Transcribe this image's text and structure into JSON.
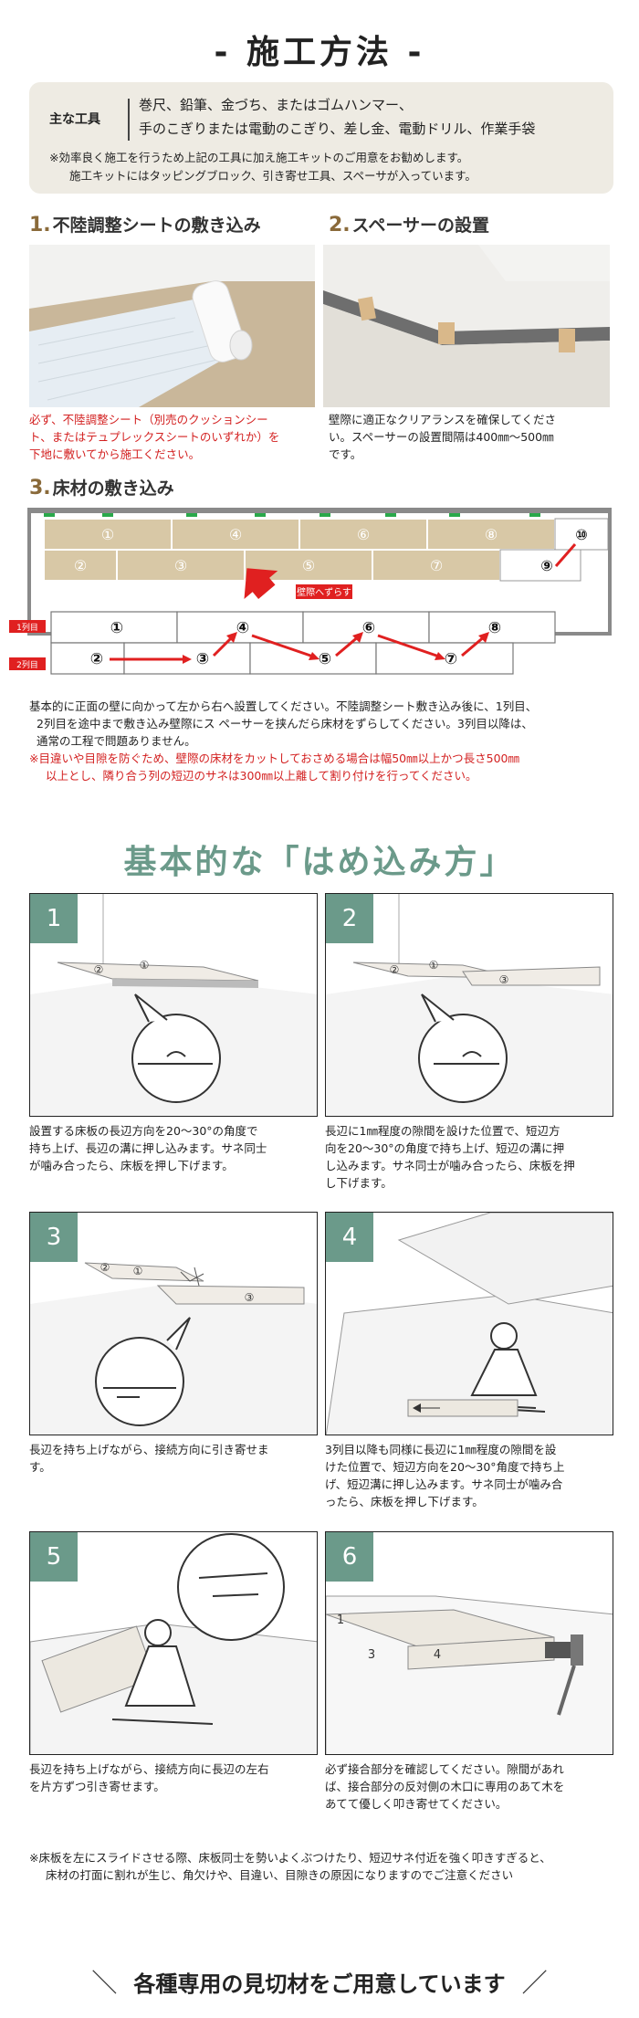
{
  "page_title": "- 施工方法 -",
  "tools": {
    "label": "主な工具",
    "line1": "巻尺、鉛筆、金づち、またはゴムハンマー、",
    "line2": "手のこぎりまたは電動のこぎり、差し金、電動ドリル、作業手袋",
    "note1": "※効率良く施工を行うため上記の工具に加え施工キットのご用意をお勧めします。",
    "note2": "施工キットにはタッピングブロック、引き寄せ工具、スペーサが入っています。"
  },
  "steps": [
    {
      "num": "1.",
      "title": "不陸調整シートの敷き込み"
    },
    {
      "num": "2.",
      "title": "スペーサーの設置"
    },
    {
      "num": "3.",
      "title": "床材の敷き込み"
    }
  ],
  "step1_text": [
    "必ず、不陸調整シート（別売のクッションシー",
    "ト、またはテュプレックスシートのいずれか）を",
    "下地に敷いてから施工ください。"
  ],
  "step2_text": [
    "壁際に適正なクリアランスを確保してくださ",
    "い。スペーサーの設置間隔は400㎜～500㎜",
    "です。"
  ],
  "diagram": {
    "row1_labels": [
      "①",
      "④",
      "⑥",
      "⑧",
      "⑩"
    ],
    "row2_labels": [
      "②",
      "③",
      "⑤",
      "⑦",
      "⑨"
    ],
    "wall_label": "壁際へずらす",
    "col_label_1": "1列目",
    "col_label_2": "2列目",
    "lower_top_labels": [
      "①",
      "④",
      "⑥",
      "⑧"
    ],
    "lower_bottom_labels": [
      "②",
      "③",
      "⑤",
      "⑦"
    ]
  },
  "step3_text": [
    "基本的に正面の壁に向かって左から右へ設置してください。不陸調整シート敷き込み後に、1列目、",
    "2列目を途中まで敷き込み壁際にス ペーサーを挟んだら床材をずらしてください。3列目以降は、",
    "通常の工程で問題ありません。"
  ],
  "step3_red": [
    "※目違いや目隙を防ぐため、壁際の床材をカットしておさめる場合は幅50㎜以上かつ長さ500㎜",
    "以上とし、隣り合う列の短辺のサネは300㎜以上離して割り付けを行ってください。"
  ],
  "section2_title": "基本的な「はめ込み方」",
  "panels": [
    {
      "badge": "1",
      "caption": [
        "設置する床板の長辺方向を20～30°の角度で",
        "持ち上げ、長辺の溝に押し込みます。サネ同士",
        "が噛み合ったら、床板を押し下げます。"
      ]
    },
    {
      "badge": "2",
      "caption": [
        "長辺に1㎜程度の隙間を設けた位置で、短辺方",
        "向を20～30°の角度で持ち上げ、短辺の溝に押",
        "し込みます。サネ同士が噛み合ったら、床板を押",
        "し下げます。"
      ]
    },
    {
      "badge": "3",
      "caption": [
        "長辺を持ち上げながら、接続方向に引き寄せま",
        "す。"
      ]
    },
    {
      "badge": "4",
      "caption": [
        "3列目以降も同様に長辺に1㎜程度の隙間を設",
        "けた位置で、短辺方向を20～30°角度で持ち上",
        "げ、短辺溝に押し込みます。サネ同士が噛み合",
        "ったら、床板を押し下げます。"
      ]
    },
    {
      "badge": "5",
      "caption": [
        "長辺を持ち上げながら、接続方向に長辺の左右",
        "を片方ずつ引き寄せます。"
      ]
    },
    {
      "badge": "6",
      "caption": [
        "必ず接合部分を確認してください。隙間があれ",
        "ば、接合部分の反対側の木口に専用のあて木を",
        "あてて優しく叩き寄せてください。"
      ]
    }
  ],
  "panel_labels": {
    "p1": [
      "②",
      "①"
    ],
    "p2": [
      "②",
      "①",
      "③"
    ],
    "p3": [
      "②",
      "①",
      "③"
    ],
    "p6": [
      "1",
      "3",
      "4"
    ]
  },
  "bottom_note": [
    "※床板を左にスライドさせる際、床板同士を勢いよくぶつけたり、短辺サネ付近を強く叩きすぎると、",
    "床材の打面に割れが生じ、角欠けや、目違い、目隙きの原因になりますのでご注意ください"
  ],
  "footer": {
    "text": "各種専用の見切材をご用意しています",
    "left": "＼",
    "right": "／"
  }
}
